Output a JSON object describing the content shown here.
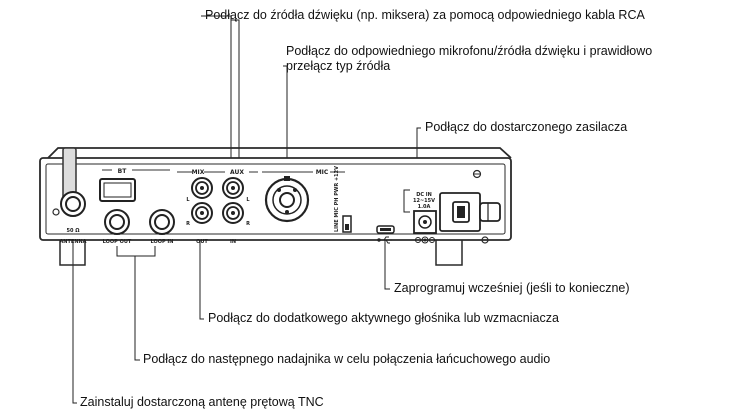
{
  "callouts": {
    "rca_source": "Podłącz do źródła dźwięku (np. miksera) za pomocą odpowiedniego kabla RCA",
    "mic_source_line1": "Podłącz do odpowiedniego mikrofonu/źródła dźwięku i prawidłowo",
    "mic_source_line2": "przełącz typ źródła",
    "power_supply": "Podłącz do dostarczonego zasilacza",
    "program": "Zaprogramuj wcześniej (jeśli to konieczne)",
    "active_speaker": "Podłącz do dodatkowego aktywnego głośnika lub wzmacniacza",
    "daisy_chain": "Podłącz do następnego nadajnika w celu połączenia łańcuchowego audio",
    "antenna": "Zainstaluj dostarczoną antenę prętową TNC"
  },
  "panel_labels": {
    "bt": "BT",
    "mix": "MIX",
    "aux": "AUX",
    "mic": "MIC",
    "l": "L",
    "r": "R",
    "out": "OUT",
    "in": "IN",
    "ohm": "50 Ω",
    "antenna": "ANTENNA",
    "loop_out": "LOOP OUT",
    "loop_in": "LOOP IN",
    "switch": "LINE MIC PH PWR +12V",
    "dc_in": "DC IN",
    "dc_volt": "12~15V",
    "dc_amp": "1.0A"
  }
}
